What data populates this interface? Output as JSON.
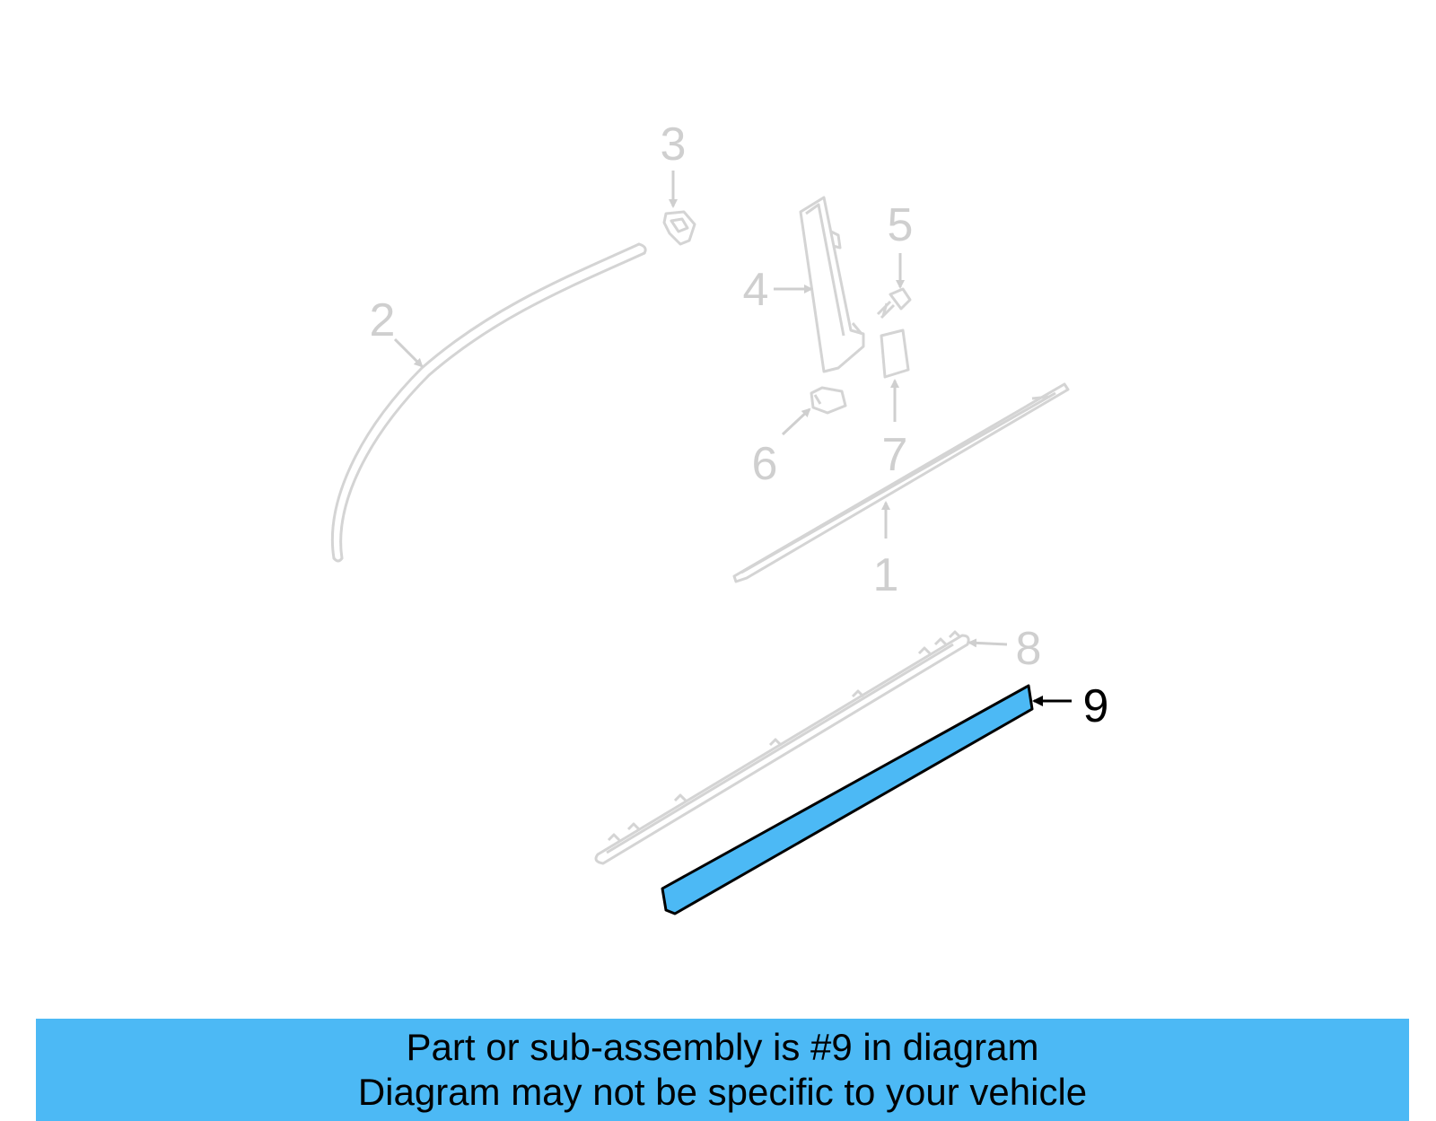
{
  "diagram": {
    "callouts": [
      {
        "id": "1",
        "label": "1",
        "state": "faded"
      },
      {
        "id": "2",
        "label": "2",
        "state": "faded"
      },
      {
        "id": "3",
        "label": "3",
        "state": "faded"
      },
      {
        "id": "4",
        "label": "4",
        "state": "faded"
      },
      {
        "id": "5",
        "label": "5",
        "state": "faded"
      },
      {
        "id": "6",
        "label": "6",
        "state": "faded"
      },
      {
        "id": "7",
        "label": "7",
        "state": "faded"
      },
      {
        "id": "8",
        "label": "8",
        "state": "faded"
      },
      {
        "id": "9",
        "label": "9",
        "state": "highlighted"
      }
    ],
    "highlighted_part": "9",
    "colors": {
      "faded_part": "#d4d4d4",
      "faded_text": "#cfcfcf",
      "highlight_fill": "#4cb9f5",
      "highlight_stroke": "#000000",
      "banner_background": "#4cb9f5"
    }
  },
  "banner": {
    "line1": "Part or sub-assembly is #9 in diagram",
    "line2": "Diagram may not be specific to your vehicle"
  }
}
